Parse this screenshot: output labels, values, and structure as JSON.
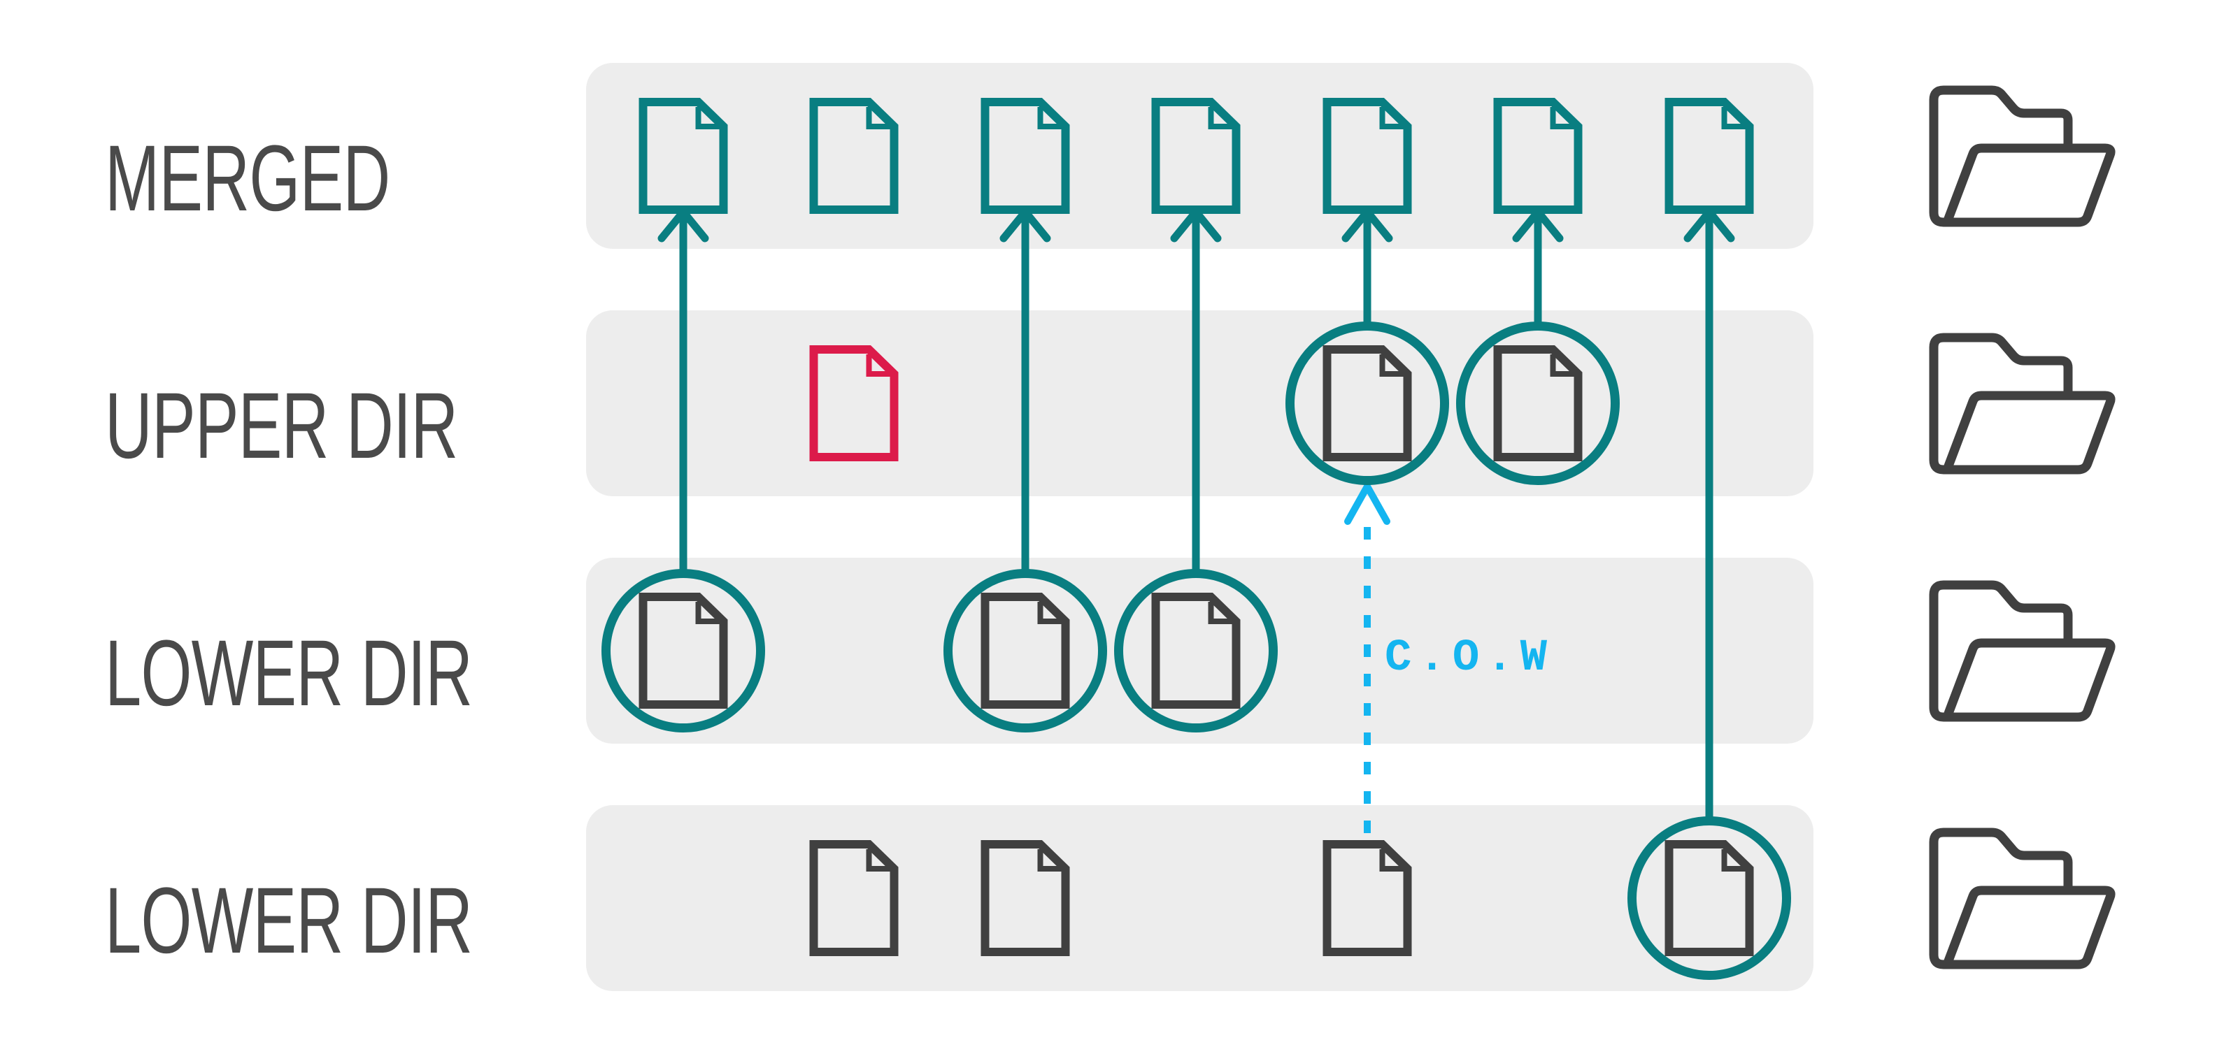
{
  "colors": {
    "background": "#ffffff",
    "band": "#ededed",
    "label_text": "#4a4a4a",
    "teal": "#097e81",
    "file_dark": "#404040",
    "file_red": "#dc1b4a",
    "cow_cyan": "#14b5f0",
    "folder_dark": "#404040"
  },
  "rows": [
    {
      "label": "MERGED",
      "files": [
        {
          "col": 0,
          "style": "teal",
          "circled": false
        },
        {
          "col": 1,
          "style": "teal",
          "circled": false
        },
        {
          "col": 2,
          "style": "teal",
          "circled": false
        },
        {
          "col": 3,
          "style": "teal",
          "circled": false
        },
        {
          "col": 4,
          "style": "teal",
          "circled": false
        },
        {
          "col": 5,
          "style": "teal",
          "circled": false
        },
        {
          "col": 6,
          "style": "teal",
          "circled": false
        }
      ]
    },
    {
      "label": "UPPER DIR",
      "files": [
        {
          "col": 1,
          "style": "red",
          "circled": false
        },
        {
          "col": 4,
          "style": "dark",
          "circled": true
        },
        {
          "col": 5,
          "style": "dark",
          "circled": true
        }
      ]
    },
    {
      "label": "LOWER DIR",
      "files": [
        {
          "col": 0,
          "style": "dark",
          "circled": true
        },
        {
          "col": 2,
          "style": "dark",
          "circled": true
        },
        {
          "col": 3,
          "style": "dark",
          "circled": true
        }
      ]
    },
    {
      "label": "LOWER DIR",
      "files": [
        {
          "col": 1,
          "style": "dark",
          "circled": false
        },
        {
          "col": 2,
          "style": "dark",
          "circled": false
        },
        {
          "col": 4,
          "style": "dark",
          "circled": false
        },
        {
          "col": 6,
          "style": "dark",
          "circled": true
        }
      ]
    }
  ],
  "merge_arrows": [
    {
      "col": 0,
      "from_row": 2,
      "to_row": 0
    },
    {
      "col": 2,
      "from_row": 2,
      "to_row": 0
    },
    {
      "col": 3,
      "from_row": 2,
      "to_row": 0
    },
    {
      "col": 4,
      "from_row": 1,
      "to_row": 0
    },
    {
      "col": 5,
      "from_row": 1,
      "to_row": 0
    },
    {
      "col": 6,
      "from_row": 3,
      "to_row": 0
    }
  ],
  "cow_arrow": {
    "label": "C.O.W",
    "col": 4,
    "from_row": 3,
    "to_row": 1,
    "style": "dashed"
  },
  "folders": [
    {
      "row": 0,
      "icon": "open-folder-icon"
    },
    {
      "row": 1,
      "icon": "open-folder-icon"
    },
    {
      "row": 2,
      "icon": "open-folder-icon"
    },
    {
      "row": 3,
      "icon": "open-folder-icon"
    }
  ],
  "icons": {
    "file": "file-icon",
    "folder": "open-folder-icon",
    "highlight": "highlight-circle",
    "arrow": "merge-arrow",
    "cow": "cow-arrow"
  }
}
